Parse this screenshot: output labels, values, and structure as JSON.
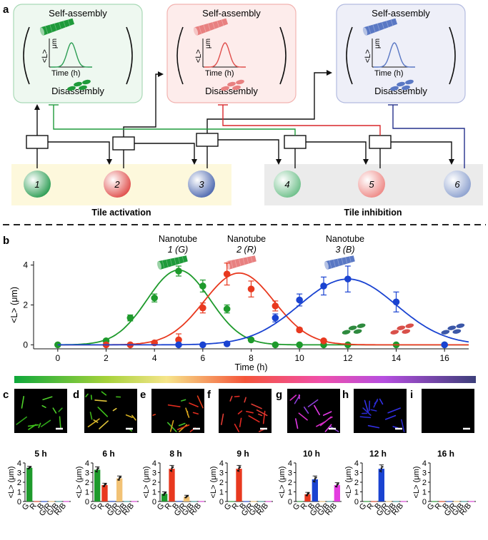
{
  "panel_a": {
    "letter": "a",
    "boxes": [
      {
        "top": "Self-assembly",
        "bottom": "Disassembly",
        "ylabel": "<L>",
        "yunit": "μm",
        "xlabel": "Time (h)",
        "color": "#2e9e55"
      },
      {
        "top": "Self-assembly",
        "bottom": "Disassembly",
        "ylabel": "<L>",
        "yunit": "μm",
        "xlabel": "Time (h)",
        "color": "#e0504d"
      },
      {
        "top": "Self-assembly",
        "bottom": "Disassembly",
        "ylabel": "<L>",
        "yunit": "μm",
        "xlabel": "Time (h)",
        "color": "#5a78c4"
      }
    ],
    "circles": [
      "1",
      "2",
      "3",
      "4",
      "5",
      "6"
    ],
    "activation_label": "Tile activation",
    "inhibition_label": "Tile inhibition"
  },
  "panel_b": {
    "letter": "b",
    "nanotubes": [
      {
        "line1": "Nanotube",
        "line2": "1 (G)"
      },
      {
        "line1": "Nanotube",
        "line2": "2 (R)"
      },
      {
        "line1": "Nanotube",
        "line2": "3 (B)"
      }
    ]
  },
  "panel_letters": [
    "c",
    "d",
    "e",
    "f",
    "g",
    "h",
    "i"
  ],
  "chart_data": [
    {
      "type": "scatter",
      "xlabel": "Time (h)",
      "ylabel": "<L> (μm)",
      "xlim": [
        -1,
        17
      ],
      "ylim": [
        -0.2,
        4.2
      ],
      "xticks": [
        0,
        2,
        4,
        6,
        8,
        10,
        12,
        14,
        16
      ],
      "yticks": [
        0,
        2,
        4
      ],
      "series": [
        {
          "color": "#1e9a2c",
          "x": [
            0,
            2,
            3,
            4,
            5,
            6,
            7,
            8,
            9,
            10,
            11,
            12,
            14,
            16
          ],
          "y": [
            0,
            0.2,
            1.35,
            2.35,
            3.7,
            2.95,
            1.8,
            0.25,
            0,
            0,
            0,
            0,
            0,
            0
          ],
          "err": [
            0,
            0.05,
            0.15,
            0.2,
            0.25,
            0.3,
            0.2,
            0.05,
            0,
            0,
            0,
            0,
            0,
            0
          ],
          "fit": {
            "amp": 3.75,
            "mu": 5.0,
            "sigma": 1.3
          }
        },
        {
          "color": "#e8391f",
          "x": [
            2,
            3,
            4,
            5,
            6,
            7,
            8,
            9,
            10,
            11
          ],
          "y": [
            0,
            0,
            0.1,
            0.25,
            1.85,
            3.55,
            2.8,
            1.95,
            0.75,
            0.2
          ],
          "err": [
            0,
            0,
            0.05,
            0.3,
            0.25,
            0.55,
            0.4,
            0.25,
            0.1,
            0.05
          ],
          "fit": {
            "amp": 3.6,
            "mu": 7.5,
            "sigma": 1.45
          }
        },
        {
          "color": "#1a43d1",
          "x": [
            5,
            6,
            7,
            9,
            10,
            11,
            12,
            14,
            16
          ],
          "y": [
            0,
            0,
            0.05,
            1.35,
            2.25,
            2.95,
            3.3,
            2.15,
            0
          ],
          "err": [
            0,
            0,
            0.05,
            0.2,
            0.3,
            0.45,
            0.65,
            0.5,
            0
          ],
          "fit": {
            "amp": 3.3,
            "mu": 12.0,
            "sigma": 2.0
          }
        }
      ]
    },
    {
      "type": "bar",
      "title": "5 h",
      "ylabel": "<L> (μm)",
      "ylim": [
        0,
        4
      ],
      "categories": [
        "G",
        "R",
        "B",
        "G/R",
        "G/B",
        "R/B"
      ],
      "values": [
        3.5,
        0.03,
        0.03,
        0.03,
        0.03,
        0.03
      ],
      "errors": [
        0.15,
        0,
        0,
        0,
        0,
        0
      ]
    },
    {
      "type": "bar",
      "title": "6 h",
      "ylabel": "<L> (μm)",
      "ylim": [
        0,
        4
      ],
      "categories": [
        "G",
        "R",
        "B",
        "G/R",
        "G/B",
        "R/B"
      ],
      "values": [
        3.3,
        1.7,
        0.05,
        2.4,
        0.03,
        0.03
      ],
      "errors": [
        0.3,
        0.2,
        0,
        0.25,
        0,
        0
      ]
    },
    {
      "type": "bar",
      "title": "8 h",
      "ylabel": "<L> (μm)",
      "ylim": [
        0,
        4
      ],
      "categories": [
        "G",
        "R",
        "B",
        "G/R",
        "G/B",
        "R/B"
      ],
      "values": [
        0.8,
        3.4,
        0.05,
        0.5,
        0.03,
        0.03
      ],
      "errors": [
        0.2,
        0.35,
        0,
        0.15,
        0,
        0
      ]
    },
    {
      "type": "bar",
      "title": "9 h",
      "ylabel": "<L> (μm)",
      "ylim": [
        0,
        4
      ],
      "categories": [
        "G",
        "R",
        "B",
        "G/R",
        "G/B",
        "R/B"
      ],
      "values": [
        0.03,
        3.4,
        0.03,
        0.03,
        0.03,
        0.03
      ],
      "errors": [
        0,
        0.35,
        0,
        0,
        0,
        0
      ]
    },
    {
      "type": "bar",
      "title": "10 h",
      "ylabel": "<L> (μm)",
      "ylim": [
        0,
        4
      ],
      "categories": [
        "G",
        "R",
        "B",
        "G/R",
        "G/B",
        "R/B"
      ],
      "values": [
        0.03,
        0.75,
        2.3,
        0.03,
        0.03,
        1.7
      ],
      "errors": [
        0,
        0.2,
        0.35,
        0,
        0,
        0.25
      ]
    },
    {
      "type": "bar",
      "title": "12 h",
      "ylabel": "<L> (μm)",
      "ylim": [
        0,
        4
      ],
      "categories": [
        "G",
        "R",
        "B",
        "G/R",
        "G/B",
        "R/B"
      ],
      "values": [
        0.03,
        0.03,
        3.4,
        0.03,
        0.03,
        0.03
      ],
      "errors": [
        0,
        0,
        0.4,
        0,
        0,
        0
      ]
    },
    {
      "type": "bar",
      "title": "16 h",
      "ylabel": "<L> (μm)",
      "ylim": [
        0,
        4
      ],
      "categories": [
        "G",
        "R",
        "B",
        "G/R",
        "G/B",
        "R/B"
      ],
      "values": [
        0.03,
        0.03,
        0.03,
        0.03,
        0.03,
        0.03
      ],
      "errors": [
        0,
        0,
        0,
        0,
        0,
        0
      ]
    }
  ],
  "colors": {
    "G": "#1e9a2c",
    "R": "#e8391f",
    "B": "#1a43d1",
    "G/R": "#f2c275",
    "G/B": "#3a9a9a",
    "R/B": "#e43ce0"
  }
}
